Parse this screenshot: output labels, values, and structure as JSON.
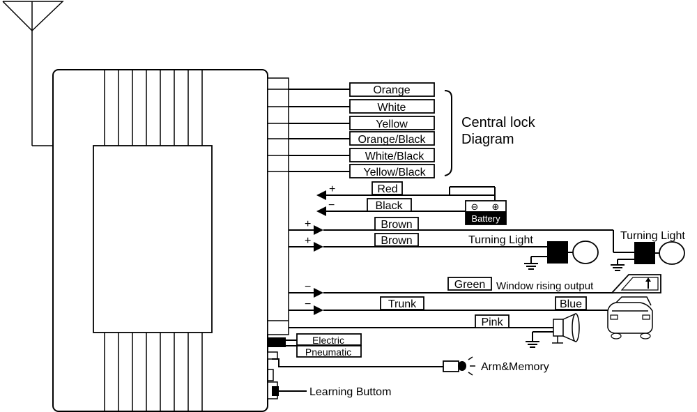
{
  "central_lock": {
    "title_line1": "Central lock",
    "title_line2": "Diagram",
    "wires": [
      "Orange",
      "White",
      "Yellow",
      "Orange/Black",
      "White/Black",
      "Yellow/Black"
    ]
  },
  "power": {
    "red_label": "Red",
    "red_sign": "+",
    "black_label": "Black",
    "black_sign": "−",
    "battery_label": "Battery",
    "battery_neg": "⊖",
    "battery_pos": "⊕"
  },
  "turn_lights": {
    "brown1_label": "Brown",
    "brown1_sign": "+",
    "brown2_label": "Brown",
    "brown2_sign": "+",
    "light_label_left": "Turning Light",
    "light_label_right": "Turning Light"
  },
  "outputs": {
    "green_label": "Green",
    "green_sign": "−",
    "window_label": "Window rising output",
    "trunk_label": "Trunk",
    "trunk_sign": "−",
    "blue_label": "Blue",
    "pink_label": "Pink"
  },
  "connector": {
    "electric_label": "Electric",
    "pneumatic_label": "Pneumatic"
  },
  "led": {
    "label": "Arm&Memory"
  },
  "learning": {
    "label": "Learning Buttom"
  }
}
